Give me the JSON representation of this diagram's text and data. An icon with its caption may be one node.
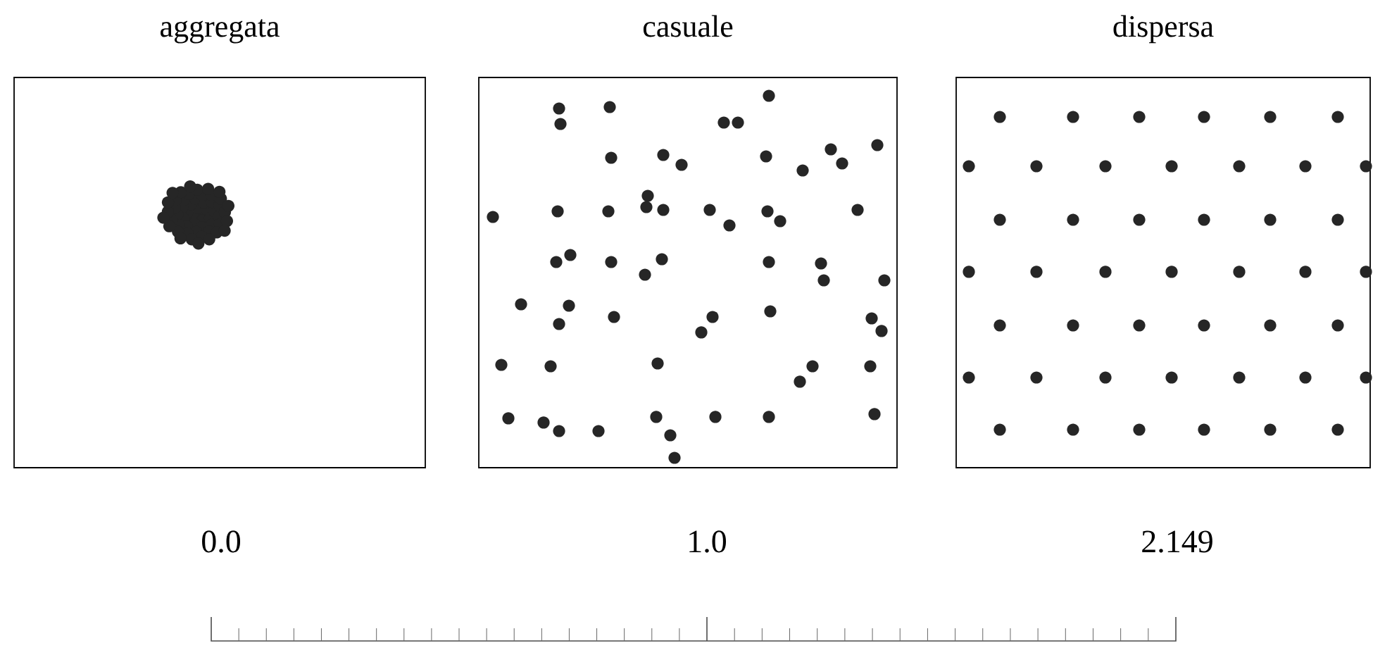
{
  "diagram": {
    "nodes": [
      {
        "text": [
          "aggregata"
        ]
      },
      {
        "text": [
          "casuale"
        ]
      },
      {
        "text": [
          "dispersa"
        ]
      }
    ],
    "labels": [
      "0.0",
      "1.0",
      "2.149"
    ]
  }
}
